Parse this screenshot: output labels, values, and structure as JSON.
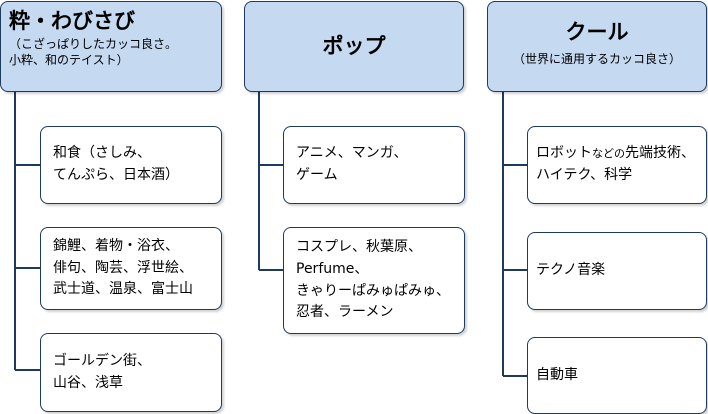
{
  "colors": {
    "header_fill": "#c5d9f1",
    "border": "#1f3a5f",
    "connector": "#1f3a5f"
  },
  "groups": [
    {
      "title": "粋・わびさび",
      "subtitle": "（こざっぱりしたカッコ良さ。\n小粋、和のテイスト）",
      "items": [
        {
          "text": "和食（さしみ、\nてんぷら、日本酒）"
        },
        {
          "text": "錦鯉、着物・浴衣、\n俳句、陶芸、浮世絵、\n武士道、温泉、富士山"
        },
        {
          "text": "ゴールデン街、\n山谷、浅草"
        }
      ]
    },
    {
      "title": "ポップ",
      "subtitle": "",
      "items": [
        {
          "text": "アニメ、マンガ、\nゲーム"
        },
        {
          "text": "コスプレ、秋葉原、\nPerfume、\nきゃりーぱみゅぱみゅ、\n忍者、ラーメン"
        }
      ]
    },
    {
      "title": "クール",
      "subtitle": "（世界に通用するカッコ良さ）",
      "items": [
        {
          "text_main": "ロボット",
          "text_small": "などの",
          "text_rest": "先端技術、\nハイテク、科学"
        },
        {
          "text": "テクノ音楽"
        },
        {
          "text": "自動車"
        }
      ]
    }
  ]
}
